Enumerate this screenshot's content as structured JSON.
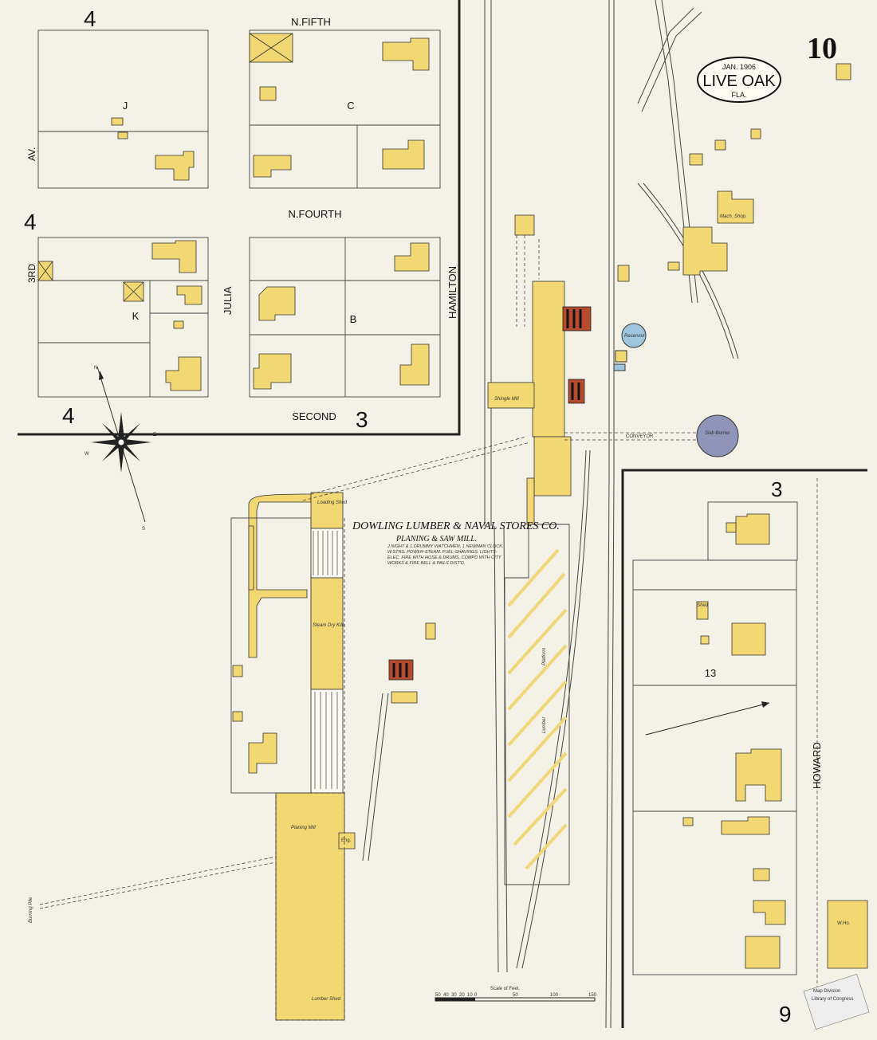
{
  "sheet": {
    "page_number": "10",
    "title_date": "JAN. 1906",
    "title_city": "LIVE OAK",
    "title_state": "FLA."
  },
  "streets": {
    "n_fifth": "N.FIFTH",
    "n_fourth": "N.FOURTH",
    "second": "SECOND",
    "julia": "JULIA",
    "hamilton": "HAMILTON",
    "third": "3RD",
    "av": "AV.",
    "howard": "HOWARD"
  },
  "blocks": {
    "j": "J",
    "c": "C",
    "k": "K",
    "b": "B",
    "thirteen": "13"
  },
  "sheet_refs": {
    "ref_4_top": "4",
    "ref_4_mid": "4",
    "ref_4_bottom": "4",
    "ref_3_second": "3",
    "ref_3_right": "3",
    "ref_9": "9"
  },
  "labels": {
    "company": "DOWLING LUMBER & NAVAL STORES CO.",
    "company_sub": "PLANING & SAW MILL.",
    "company_notes": "J.NIGHT & 1.DRUMMY WATCHMEN, 1 NEWMAN CLOCK. W.STRS. POWER-STEAM. FUEL-SHAVINGS. LIGHTS-ELEC. FIRE WITH HOSE & DRUMS, COMPD WITH CITY WORKS & FIRE BELL & PAILS DIST'D.",
    "loading_shed": "Loading Shed",
    "steam_dry_kiln": "Steam Dry Kiln",
    "planing_mill": "Planing Mill",
    "lumber_shed": "Lumber Shed",
    "shingle_mill": "Shingle Mill",
    "mach_shop": "Mach. Shop.",
    "reservoir": "Reservoir",
    "slab_burner": "Slab Burner",
    "conveyor": "CONVEYOR",
    "lumber_platform_a": "Lumber",
    "lumber_platform_b": "Platform",
    "shed": "Shed",
    "burning_pile": "Burning Pile",
    "eng": "Eng.",
    "w_ho": "W.Ho."
  },
  "scale": {
    "title": "Scale of Feet.",
    "ticks": [
      "50",
      "40",
      "30",
      "20",
      "10",
      "0",
      "50",
      "100",
      "150"
    ]
  },
  "compass": {
    "n": "N",
    "s": "S",
    "e": "E",
    "w": "W"
  },
  "stamp": {
    "line1": "Map Division",
    "line2": "Library of Congress"
  },
  "colors": {
    "paper": "#f4f1e6",
    "frame_building": "#f2d873",
    "brick_building": "#b44a2e",
    "slab_burner_fill": "#8e95b8",
    "reservoir_fill": "#9fc6dd"
  }
}
